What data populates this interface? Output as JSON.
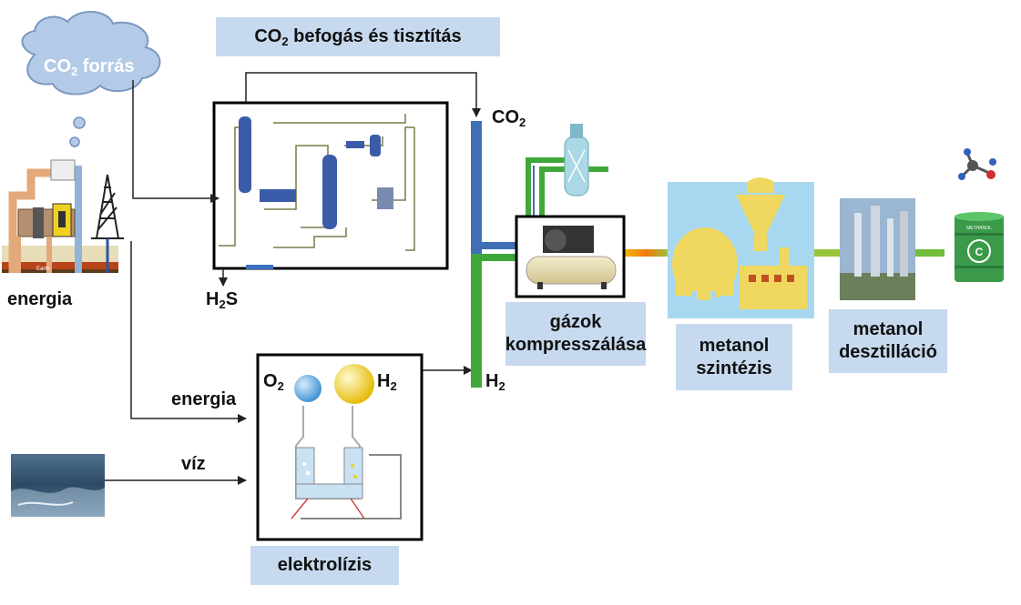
{
  "labels": {
    "co2_capture": {
      "pre": "CO",
      "sub": "2",
      "post": " befogás és tisztítás"
    },
    "co2_source": {
      "pre": "CO",
      "sub": "2",
      "post": " forrás"
    },
    "energy_left": "energia",
    "h2s": {
      "pre": "H",
      "sub": "2",
      "post": "S"
    },
    "co2_pipe": {
      "pre": "CO",
      "sub": "2",
      "post": ""
    },
    "h2_pipe": {
      "pre": "H",
      "sub": "2",
      "post": ""
    },
    "energy_arrow": "energia",
    "water_arrow": "víz",
    "o2": {
      "pre": "O",
      "sub": "2",
      "post": ""
    },
    "h2": {
      "pre": "H",
      "sub": "2",
      "post": ""
    },
    "gas_compression": [
      "gázok",
      "kompresszálása"
    ],
    "methanol_synthesis": [
      "metanol",
      "szintézis"
    ],
    "methanol_distillation": [
      "metanol",
      "desztilláció"
    ],
    "electrolysis": "elektrolízis",
    "earth": "Earth",
    "drum_label": "METHANOL"
  },
  "icons": {
    "cloud": "cloud-icon",
    "geothermal": "geothermal-plant-icon",
    "oil_rig": "oil-derrick-icon",
    "process_flow": "process-flow-diagram-icon",
    "water": "sea-water-photo",
    "electrolyzer": "electrolysis-cell-icon",
    "compressor": "air-compressor-icon",
    "reactor": "gas-reactor-icon",
    "synthesis_plant": "methanol-plant-icon",
    "distillation": "distillation-towers-photo",
    "molecule": "methanol-molecule-icon",
    "drum": "recycle-drum-icon"
  },
  "colors": {
    "label_bg": "#c6d9ee",
    "cloud": "#b4cbe8",
    "co2_pipe": "#3f6fb5",
    "h2_pipe": "#3fa83b",
    "synth_bg": "#a8d8ef",
    "o2_ball": "#5aa9e0",
    "h2_ball": "#f0d020"
  }
}
